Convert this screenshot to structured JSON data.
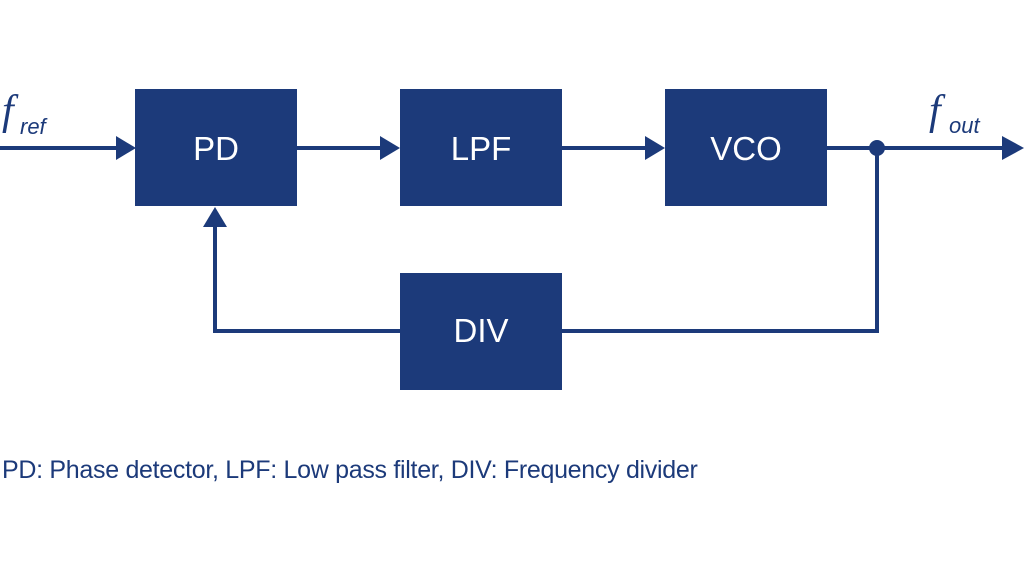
{
  "colors": {
    "primary": "#1c3a7a",
    "block_text": "#ffffff",
    "background": "#ffffff"
  },
  "blocks": {
    "pd": "PD",
    "lpf": "LPF",
    "vco": "VCO",
    "div": "DIV"
  },
  "input_signal": {
    "symbol": "f",
    "subscript": "ref"
  },
  "output_signal": {
    "symbol": "f",
    "subscript": "out"
  },
  "caption": "PD: Phase detector, LPF: Low pass filter, DIV: Frequency divider"
}
